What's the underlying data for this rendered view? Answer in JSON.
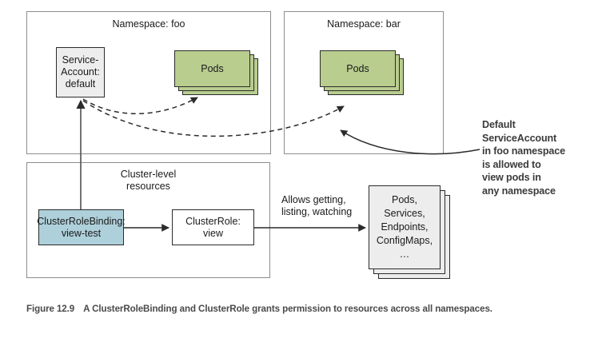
{
  "figure": {
    "number": "Figure 12.9",
    "caption": "A ClusterRoleBinding and ClusterRole grants permission to resources across all namespaces."
  },
  "namespaces": [
    {
      "id": "foo",
      "title": "Namespace: foo"
    },
    {
      "id": "bar",
      "title": "Namespace: bar"
    }
  ],
  "cluster_scope": {
    "title": "Cluster-level\nresources"
  },
  "nodes": {
    "service_account": {
      "label": "Service-\nAccount:\ndefault",
      "fill": "#ededed"
    },
    "pods_foo": {
      "label": "Pods",
      "fill": "#b9cd8f"
    },
    "pods_bar": {
      "label": "Pods",
      "fill": "#b9cd8f"
    },
    "cluster_role_binding": {
      "label": "ClusterRoleBinding:\nview-test",
      "fill": "#aed0db"
    },
    "cluster_role": {
      "label": "ClusterRole:\nview",
      "fill": "#ffffff"
    },
    "resources": {
      "label": "Pods,\nServices,\nEndpoints,\nConfigMaps,\n…",
      "fill": "#ededed"
    }
  },
  "edges": {
    "allows_label": "Allows getting,\nlisting, watching"
  },
  "annotation": {
    "text": "Default\nServiceAccount\nin foo namespace\nis allowed to\nview pods in\nany namespace"
  }
}
